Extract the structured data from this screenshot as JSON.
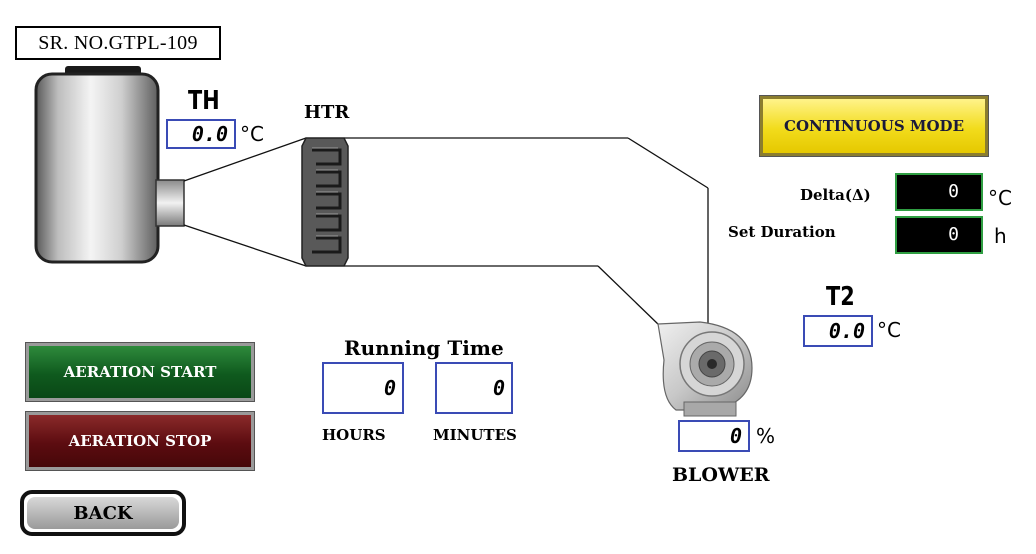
{
  "serial_no": "SR. NO.GTPL-109",
  "th": {
    "label": "TH",
    "value": "0.0",
    "unit": "°C"
  },
  "htr": {
    "label": "HTR"
  },
  "mode": {
    "label": "CONTINUOUS MODE"
  },
  "delta": {
    "label": "Delta(Δ)",
    "value": "0",
    "unit": "°C"
  },
  "duration": {
    "label": "Set Duration",
    "value": "0",
    "unit": "h"
  },
  "t2": {
    "label": "T2",
    "value": "0.0",
    "unit": "°C"
  },
  "running_time": {
    "title": "Running Time",
    "hours": {
      "value": "0",
      "label": "HOURS"
    },
    "minutes": {
      "value": "0",
      "label": "MINUTES"
    }
  },
  "blower": {
    "value": "0",
    "unit": "%",
    "label": "BLOWER"
  },
  "buttons": {
    "aeration_start": "AERATION START",
    "aeration_stop": "AERATION STOP",
    "back": "BACK"
  },
  "colors": {
    "value_border": "#3a4bb5",
    "dark_box_border": "#2f9e42",
    "mode_yellow": "#f2dc1c",
    "start_green": "#0f5a1e",
    "stop_red": "#5c0c10"
  }
}
